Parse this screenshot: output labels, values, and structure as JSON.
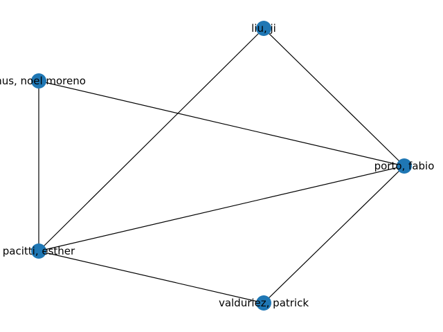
{
  "graph": {
    "node_color": "#1f77b4",
    "edge_color": "#000000",
    "label_color": "#000000",
    "nodes": [
      {
        "id": "liu",
        "label": "liu, ji"
      },
      {
        "id": "noel",
        "label": "mus, noel moreno"
      },
      {
        "id": "porto",
        "label": "porto, fabio"
      },
      {
        "id": "pacitti",
        "label": "pacitti, esther"
      },
      {
        "id": "valduriez",
        "label": "valduriez, patrick"
      }
    ],
    "edges": [
      {
        "source": "liu",
        "target": "porto"
      },
      {
        "source": "liu",
        "target": "pacitti"
      },
      {
        "source": "noel",
        "target": "porto"
      },
      {
        "source": "noel",
        "target": "pacitti"
      },
      {
        "source": "pacitti",
        "target": "porto"
      },
      {
        "source": "pacitti",
        "target": "valduriez"
      },
      {
        "source": "valduriez",
        "target": "porto"
      }
    ]
  }
}
